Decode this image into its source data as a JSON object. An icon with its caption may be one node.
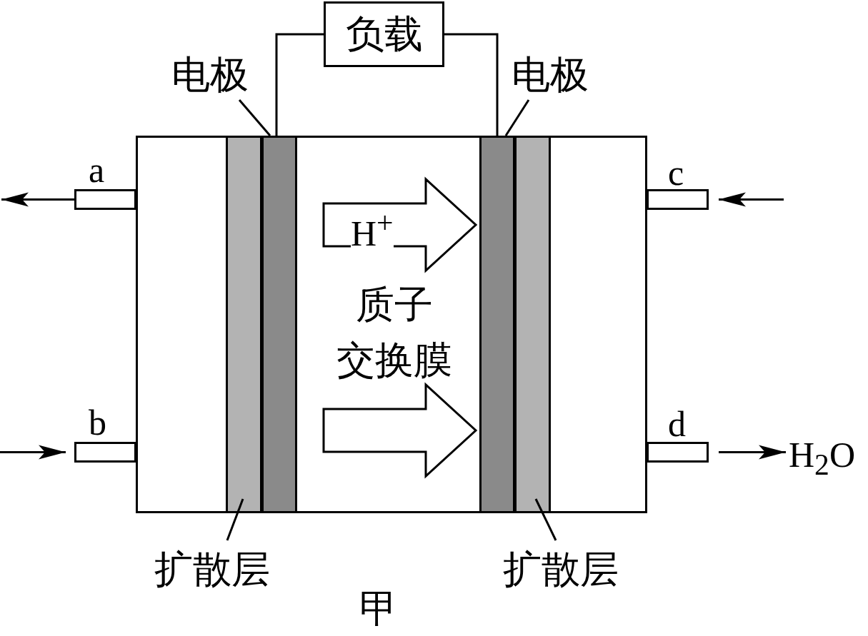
{
  "diagram": {
    "caption": "甲",
    "nodes": [
      {
        "text": [
          "负载"
        ]
      },
      {
        "text": [
          "电极"
        ]
      },
      {
        "text": [
          "电极"
        ]
      },
      {
        "text": [],
        "shape": "box"
      },
      {
        "text": [],
        "shape": "bar",
        "in": 3
      },
      {
        "text": [],
        "shape": "bar",
        "in": 3
      },
      {
        "text": [],
        "shape": "bar",
        "in": 3
      },
      {
        "text": [],
        "shape": "bar",
        "in": 3
      },
      {
        "text": [
          "a"
        ]
      },
      {
        "text": [
          "b"
        ]
      },
      {
        "text": [
          "c"
        ]
      },
      {
        "text": [
          "d"
        ]
      },
      {
        "text": [
          "H$_{2}$O"
        ]
      },
      {
        "text": [
          "扩散层"
        ]
      },
      {
        "text": [
          "扩散层"
        ]
      }
    ],
    "edges": [
      {
        "from": 0,
        "to": 5,
        "arrow": "none"
      },
      {
        "from": 0,
        "to": 6,
        "arrow": "none"
      },
      {
        "from": 1,
        "to": 5,
        "arrow": "none"
      },
      {
        "from": 2,
        "to": 6,
        "arrow": "none"
      },
      {
        "from": 13,
        "to": 4,
        "arrow": "none"
      },
      {
        "from": 14,
        "to": 7,
        "arrow": "none"
      },
      {
        "from": 8,
        "to": null,
        "arrow": "to"
      },
      {
        "from": null,
        "to": 9,
        "arrow": "to"
      },
      {
        "from": null,
        "to": 10,
        "arrow": "to"
      },
      {
        "from": 11,
        "to": 12,
        "arrow": "to"
      },
      {
        "from": 5,
        "to": 6,
        "arrow": "to",
        "style": "thick",
        "label": "H$^{+}$"
      },
      {
        "from": 5,
        "to": 6,
        "arrow": "to",
        "style": "thick"
      }
    ],
    "labels": [
      "质子交换膜"
    ]
  }
}
